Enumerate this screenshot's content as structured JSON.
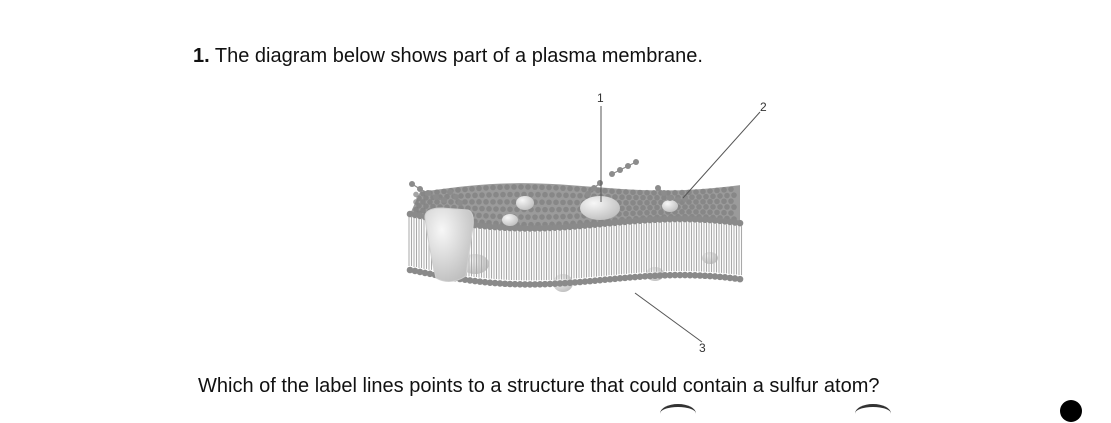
{
  "question": {
    "number": "1.",
    "text": "The diagram below shows part of a plasma membrane."
  },
  "diagram": {
    "labels": [
      {
        "id": "1",
        "text": "1"
      },
      {
        "id": "2",
        "text": "2"
      },
      {
        "id": "3",
        "text": "3"
      }
    ]
  },
  "prompt": "Which of the label lines points to a structure that could contain a sulfur atom?",
  "colors": {
    "head": "#8a8a8a",
    "tail": "#bdbdbd",
    "protein": "#dedede",
    "leader": "#555555"
  }
}
